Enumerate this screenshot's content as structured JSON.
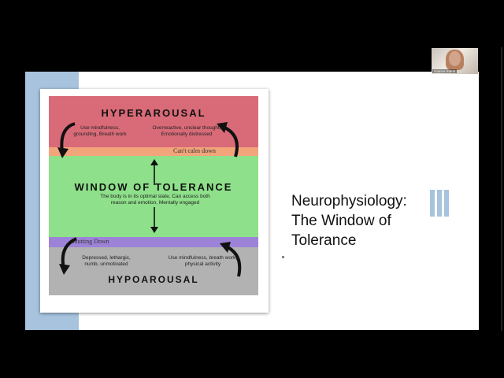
{
  "slide": {
    "heading_line1": "Neurophysiology:",
    "heading_line2": "The Window of",
    "heading_line3": "Tolerance"
  },
  "figure": {
    "hyper_title": "HYPERAROUSAL",
    "hyper_left_1": "Use mindfulness,",
    "hyper_left_2": "grounding, Breath work",
    "hyper_right_1": "Overreactive, unclear thought,",
    "hyper_right_2": "Emotionally distressed",
    "cant_calm": "Can't calm down",
    "window_title": "WINDOW OF TOLERANCE",
    "window_desc_1": "The body is in its optimal state, Can access both",
    "window_desc_2": "reason and emotion, Mentally engaged",
    "shutting_down": "Shutting Down",
    "hypo_left_1": "Depressed, lethargic,",
    "hypo_left_2": "numb, unmotivated",
    "hypo_right_1": "Use mindfulness, breath work,",
    "hypo_right_2": "physical activity",
    "hypo_title": "HYPOAROUSAL"
  },
  "video": {
    "name": "Gianna Blank"
  },
  "colors": {
    "hyper": "#d96b78",
    "cant_calm": "#f2a47a",
    "window": "#8ee08a",
    "shutting": "#9d83d8",
    "hypo": "#b2b2b2",
    "accent": "#a7c3de"
  },
  "icons": {
    "curved_arrow": "curved-arrow-icon",
    "vertical_arrow": "vertical-arrow-icon"
  }
}
